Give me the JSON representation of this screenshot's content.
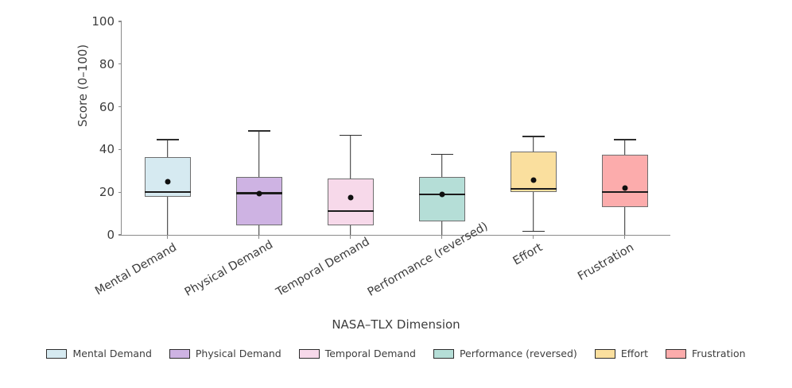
{
  "chart_data": {
    "type": "box",
    "title": "",
    "xlabel": "NASA–TLX Dimension",
    "ylabel": "Score (0–100)",
    "ylim": [
      0,
      100
    ],
    "yticks": [
      0,
      20,
      40,
      60,
      80,
      100
    ],
    "ytick_labels": [
      "0",
      "20",
      "40",
      "60",
      "80",
      "100"
    ],
    "grid": false,
    "legend_position": "below",
    "show_means": true,
    "categories": [
      "Mental Demand",
      "Physical Demand",
      "Temporal Demand",
      "Performance (reversed)",
      "Effort",
      "Frustration"
    ],
    "boxes": [
      {
        "label": "Mental Demand",
        "color": "#d6eaf1",
        "whisker_low": 0,
        "q1": 18,
        "median": 20,
        "q3": 36.5,
        "whisker_high": 45,
        "mean": 24.8
      },
      {
        "label": "Physical Demand",
        "color": "#ceb3e3",
        "whisker_low": 0,
        "q1": 4.5,
        "median": 19.5,
        "q3": 27,
        "whisker_high": 49,
        "mean": 19.3
      },
      {
        "label": "Temporal Demand",
        "color": "#f7d9ea",
        "whisker_low": 0,
        "q1": 4.5,
        "median": 11,
        "q3": 26.5,
        "whisker_high": 47,
        "mean": 17.3
      },
      {
        "label": "Performance (reversed)",
        "color": "#b5ded7",
        "whisker_low": 0,
        "q1": 6.5,
        "median": 19,
        "q3": 27,
        "whisker_high": 38,
        "mean": 18.8
      },
      {
        "label": "Effort",
        "color": "#fadf9e",
        "whisker_low": 2,
        "q1": 20,
        "median": 21.5,
        "q3": 39,
        "whisker_high": 46.5,
        "mean": 25.5
      },
      {
        "label": "Frustration",
        "color": "#fcacac",
        "whisker_low": 0,
        "q1": 13,
        "median": 20,
        "q3": 37.5,
        "whisker_high": 45,
        "mean": 22
      }
    ],
    "legend": [
      {
        "label": "Mental Demand",
        "color": "#d6eaf1"
      },
      {
        "label": "Physical Demand",
        "color": "#ceb3e3"
      },
      {
        "label": "Temporal Demand",
        "color": "#f7d9ea"
      },
      {
        "label": "Performance (reversed)",
        "color": "#b5ded7"
      },
      {
        "label": "Effort",
        "color": "#fadf9e"
      },
      {
        "label": "Frustration",
        "color": "#fcacac"
      }
    ]
  }
}
